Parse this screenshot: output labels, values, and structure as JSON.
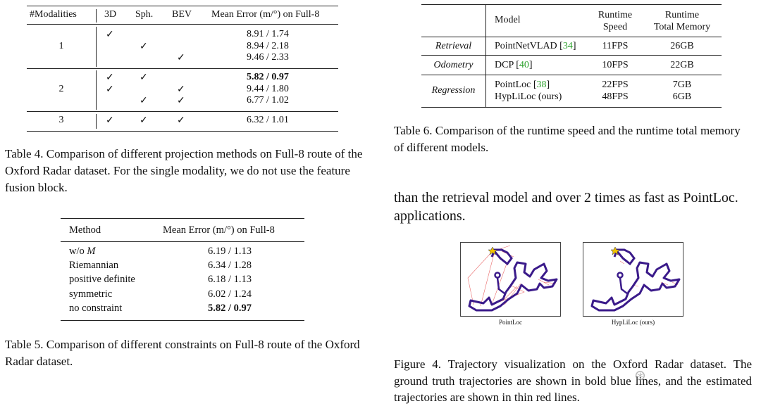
{
  "table4": {
    "headers": [
      "#Modalities",
      "3D",
      "Sph.",
      "BEV",
      "Mean Error (m/°) on Full-8"
    ],
    "check_symbol": "✓",
    "groups": [
      {
        "label": "1",
        "rows": [
          {
            "c3d": true,
            "sph": false,
            "bev": false,
            "err": "8.91 / 1.74",
            "bold": false
          },
          {
            "c3d": false,
            "sph": true,
            "bev": false,
            "err": "8.94 / 2.18",
            "bold": false
          },
          {
            "c3d": false,
            "sph": false,
            "bev": true,
            "err": "9.46 / 2.33",
            "bold": false
          }
        ]
      },
      {
        "label": "2",
        "rows": [
          {
            "c3d": true,
            "sph": true,
            "bev": false,
            "err": "5.82 / 0.97",
            "bold": true
          },
          {
            "c3d": true,
            "sph": false,
            "bev": true,
            "err": "9.44 / 1.80",
            "bold": false
          },
          {
            "c3d": false,
            "sph": true,
            "bev": true,
            "err": "6.77 / 1.02",
            "bold": false
          }
        ]
      },
      {
        "label": "3",
        "rows": [
          {
            "c3d": true,
            "sph": true,
            "bev": true,
            "err": "6.32 / 1.01",
            "bold": false
          }
        ]
      }
    ],
    "caption": "Table 4. Comparison of different projection methods on Full-8 route of the Oxford Radar dataset. For the single modality, we do not use the feature fusion block."
  },
  "table5": {
    "headers": [
      "Method",
      "Mean Error (m/°) on Full-8"
    ],
    "rows": [
      {
        "method": "w/o M",
        "err": "6.19 / 1.13",
        "bold": false
      },
      {
        "method": "Riemannian",
        "err": "6.34 / 1.28",
        "bold": false
      },
      {
        "method": "positive definite",
        "err": "6.18 / 1.13",
        "bold": false
      },
      {
        "method": "symmetric",
        "err": "6.02 / 1.24",
        "bold": false
      },
      {
        "method": "no constraint",
        "err": "5.82 / 0.97",
        "bold": true
      }
    ],
    "caption": "Table 5. Comparison of different constraints on Full-8 route of the Oxford Radar dataset."
  },
  "table6": {
    "headers": {
      "model": "Model",
      "speed_l1": "Runtime",
      "speed_l2": "Speed",
      "mem_l1": "Runtime",
      "mem_l2": "Total Memory"
    },
    "rows": [
      {
        "category": "Retrieval",
        "models": [
          {
            "name": "PointNetVLAD",
            "ref": "34",
            "speed": "11FPS",
            "mem": "26GB"
          }
        ]
      },
      {
        "category": "Odometry",
        "models": [
          {
            "name": "DCP",
            "ref": "40",
            "speed": "10FPS",
            "mem": "22GB"
          }
        ]
      },
      {
        "category": "Regression",
        "models": [
          {
            "name": "PointLoc",
            "ref": "38",
            "speed": "22FPS",
            "mem": "7GB"
          },
          {
            "name": "HypLiLoc (ours)",
            "ref": "",
            "speed": "48FPS",
            "mem": "6GB"
          }
        ]
      }
    ],
    "caption": "Table 6. Comparison of the runtime speed and the runtime total memory of different models."
  },
  "body_text": {
    "line1": "than the retrieval model and over 2 times as fast as PointLoc.",
    "line2": "applications."
  },
  "figure4": {
    "left_label": "PointLoc",
    "right_label": "HypLiLoc (ours)",
    "gt_color": "#3a1a8a",
    "est_color": "#e23a3a",
    "caption": "Figure 4. Trajectory visualization on the Oxford Radar dataset. The ground truth trajectories are shown in bold blue lines, and the estimated trajectories are shown in thin red lines."
  }
}
